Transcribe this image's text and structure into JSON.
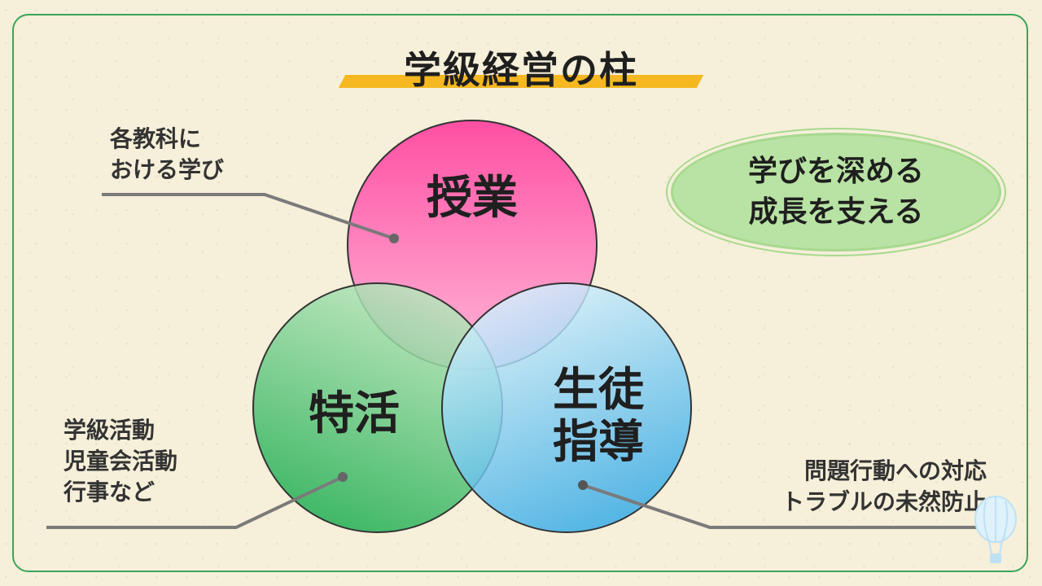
{
  "title": "学級経営の柱",
  "circles": {
    "top": {
      "label": "授業",
      "color_top": "#ff4fa3",
      "color_bottom": "#ffb8d8"
    },
    "left": {
      "label": "特活",
      "color_top": "#bde8c0",
      "color_bottom": "#1bad4f"
    },
    "right": {
      "label": "生徒\n指導",
      "color_top": "#d9f3ff",
      "color_bottom": "#2aa6e6"
    }
  },
  "notes": {
    "top_left": "各教科に\nおける学び",
    "bottom_left": "学級活動\n児童会活動\n行事など",
    "bottom_right": "問題行動への対応\nトラブルの未然防止"
  },
  "bubble": {
    "text": "学びを深める\n成長を支える"
  },
  "icons": {
    "balloon": "hot-air-balloon-icon"
  },
  "colors": {
    "frame": "#3aa55a",
    "title_underline": "#f5b820",
    "leader_line": "#7a7a7a"
  }
}
